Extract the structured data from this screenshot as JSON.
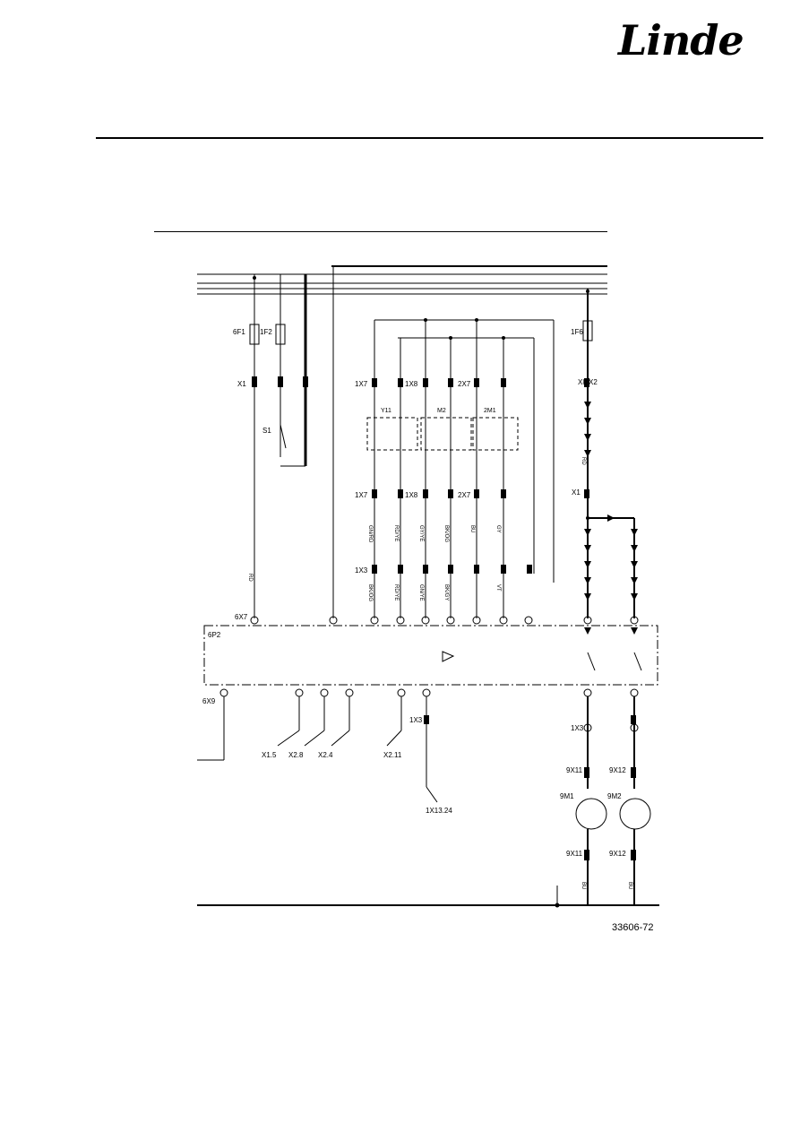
{
  "logo": {
    "text": "Linde"
  },
  "drawing_number": "33606-72",
  "components": {
    "fuse_6F1": "6F1",
    "fuse_1F2": "1F2",
    "fuse_1F6": "1F6",
    "switch_S1": "S1",
    "controller": "6P2",
    "motor_1": "9M1",
    "motor_2": "9M2",
    "valve_1": "Y11",
    "valve_2": "M2",
    "valve_3": "2M1"
  },
  "connectors": {
    "x1_top": "X1",
    "x1_mid": "X1",
    "x8_x2": "X8/X2",
    "k1x7_top": "1X7",
    "k1x8_top": "1X8",
    "k2x7_top": "2X7",
    "k1x7_mid": "1X7",
    "k1x8_mid": "1X8",
    "k2x7_mid": "2X7",
    "k1x3_low": "1X3",
    "k6x7": "6X7",
    "k6x9": "6X9",
    "k1x3_b": "1X3",
    "k9x11_a": "9X11",
    "k9x12_a": "9X12",
    "k9x11_b": "9X11",
    "k9x12_b": "9X12",
    "k1x3_c": "1X3"
  },
  "refs": {
    "x1_5": "X1.5",
    "x2_8": "X2.8",
    "x2_4": "X2.4",
    "x2_11": "X2.11",
    "x13_24": "1X13.24"
  },
  "wire_codes": {
    "w1": "RD",
    "w2": "GN/RD",
    "w3": "RD/YE",
    "w4": "GY/YE",
    "w5": "BK/OG",
    "w6": "BU",
    "w7": "GY",
    "w8": "BK/OG",
    "w9": "RD/YE",
    "w10": "GN/YE",
    "w11": "BK/GY",
    "w12": "VT",
    "w13": "RD",
    "w14": "BU",
    "w15": "BU"
  }
}
